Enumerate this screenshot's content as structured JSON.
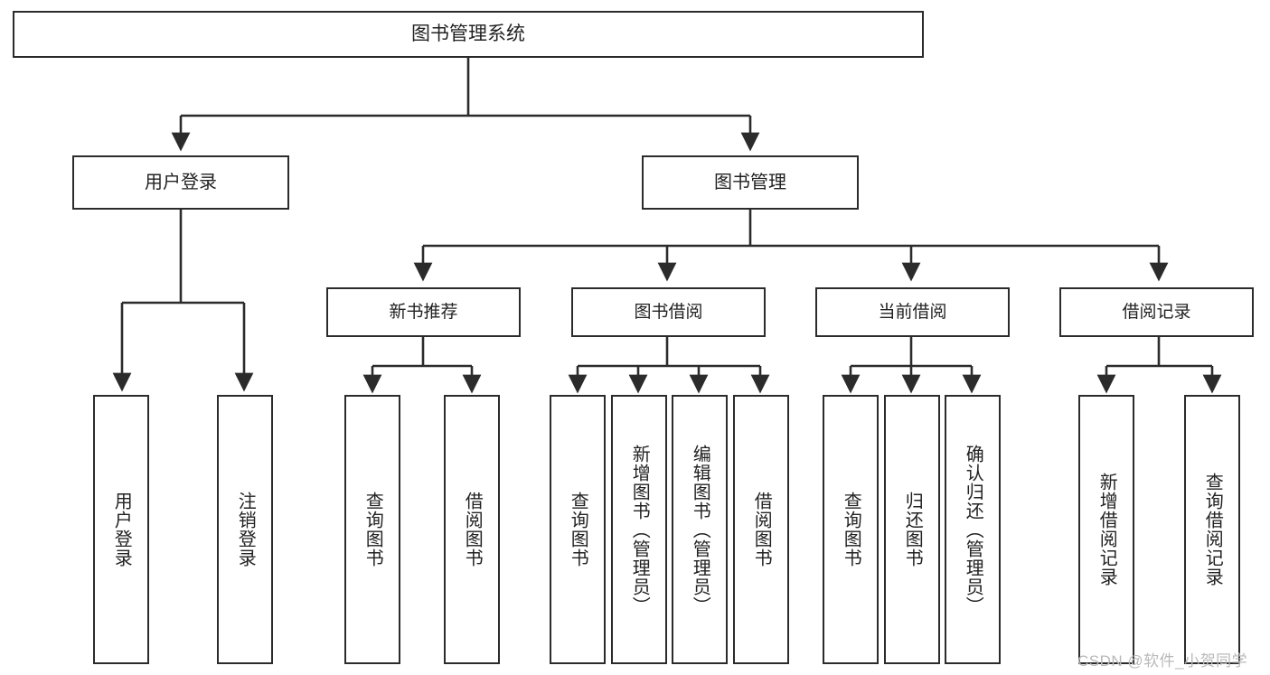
{
  "diagram": {
    "type": "tree-hierarchy",
    "title": "图书管理系统",
    "root": {
      "id": "root",
      "label": "图书管理系统",
      "level": 0
    },
    "level1": [
      {
        "id": "user-login",
        "label": "用户登录",
        "level": 1
      },
      {
        "id": "book-management",
        "label": "图书管理",
        "level": 1
      }
    ],
    "level2": [
      {
        "id": "new-book-recommend",
        "label": "新书推荐",
        "level": 2,
        "parent": "book-management"
      },
      {
        "id": "book-borrow",
        "label": "图书借阅",
        "level": 2,
        "parent": "book-management"
      },
      {
        "id": "current-borrow",
        "label": "当前借阅",
        "level": 2,
        "parent": "book-management"
      },
      {
        "id": "borrow-record",
        "label": "借阅记录",
        "level": 2,
        "parent": "book-management"
      }
    ],
    "leaves": [
      {
        "id": "leaf-user-login",
        "label": "用户登录",
        "parent": "user-login"
      },
      {
        "id": "leaf-logout-login",
        "label": "注销登录",
        "parent": "user-login"
      },
      {
        "id": "leaf-query-book-1",
        "label": "查询图书",
        "parent": "new-book-recommend"
      },
      {
        "id": "leaf-borrow-book-1",
        "label": "借阅图书",
        "parent": "new-book-recommend"
      },
      {
        "id": "leaf-query-book-2",
        "label": "查询图书",
        "parent": "book-borrow"
      },
      {
        "id": "leaf-add-book",
        "label": "新增图书（管理员）",
        "parent": "book-borrow"
      },
      {
        "id": "leaf-edit-book",
        "label": "编辑图书（管理员）",
        "parent": "book-borrow"
      },
      {
        "id": "leaf-borrow-book-2",
        "label": "借阅图书",
        "parent": "book-borrow"
      },
      {
        "id": "leaf-query-book-3",
        "label": "查询图书",
        "parent": "current-borrow"
      },
      {
        "id": "leaf-return-book",
        "label": "归还图书",
        "parent": "current-borrow"
      },
      {
        "id": "leaf-confirm-return",
        "label": "确认归还（管理员）",
        "parent": "current-borrow"
      },
      {
        "id": "leaf-add-record",
        "label": "新增借阅记录",
        "parent": "borrow-record"
      },
      {
        "id": "leaf-query-record",
        "label": "查询借阅记录",
        "parent": "borrow-record"
      }
    ],
    "colors": {
      "border": "#2b2b2b",
      "background": "#ffffff",
      "text": "#222222",
      "connector": "#2b2b2b",
      "watermark": "#b9b9b9"
    }
  },
  "watermark": {
    "text": "CSDN @软件_小贺同学"
  }
}
